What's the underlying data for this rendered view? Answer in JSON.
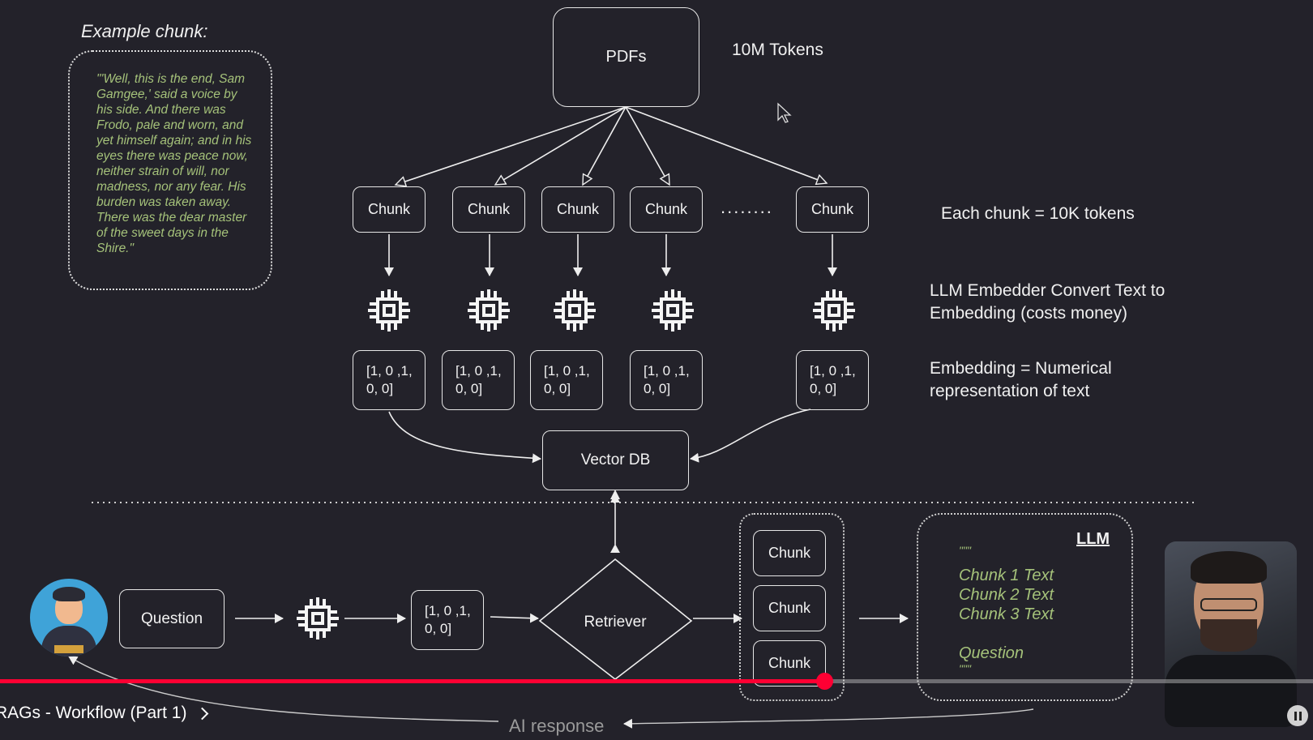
{
  "example": {
    "title": "Example chunk:",
    "text": "\"'Well, this is the end, Sam Gamgee,' said a voice by his side. And there was Frodo, pale and worn, and yet himself again; and in his eyes there was peace now, neither strain of will, nor madness, nor any fear. His burden was taken away. There was the dear master of the sweet days in the Shire.\""
  },
  "pdfs": {
    "label": "PDFs",
    "tokens": "10M Tokens"
  },
  "chunks": [
    "Chunk",
    "Chunk",
    "Chunk",
    "Chunk",
    "Chunk"
  ],
  "ellipsis": "........",
  "embeddings": [
    "[1, 0 ,1,\n0, 0]",
    "[1, 0 ,1,\n0, 0]",
    "[1, 0 ,1,\n0, 0]",
    "[1, 0 ,1,\n0, 0]",
    "[1, 0 ,1,\n0, 0]"
  ],
  "notes": {
    "chunk_size": "Each chunk = 10K tokens",
    "embedder": "LLM Embedder Convert Text to Embedding (costs money)",
    "embedding_def": "Embedding = Numerical representation of text"
  },
  "vector_db": "Vector DB",
  "query": {
    "question": "Question",
    "embedding": "[1, 0 ,1,\n0, 0]",
    "retriever": "Retriever",
    "retrieved_chunks": [
      "Chunk",
      "Chunk",
      "Chunk"
    ]
  },
  "llm": {
    "label": "LLM",
    "quote_open": "\"\"\"",
    "lines": [
      "Chunk 1 Text",
      "Chunk 2 Text",
      "Chunk 3 Text"
    ],
    "question": "Question",
    "quote_close": "\"\"\""
  },
  "ai_response": "AI response",
  "player": {
    "video_title": "RAGs - Workflow (Part 1)",
    "progress": 0.628
  },
  "colors": {
    "background": "#23222a",
    "progress": "#ff0033",
    "chunk_text": "#a5c27a"
  }
}
